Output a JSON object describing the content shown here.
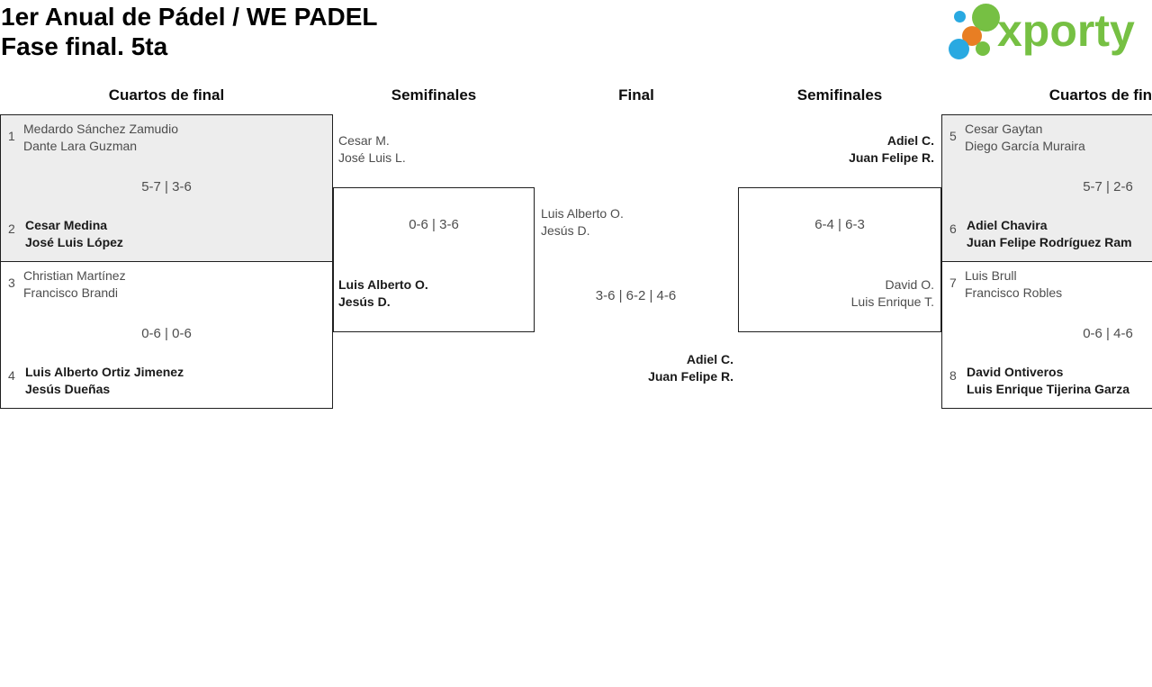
{
  "page": {
    "title_line1": "1er Anual de Pádel / WE PADEL",
    "title_line2": "Fase final. 5ta"
  },
  "logo": {
    "wordmark": "xporty",
    "colors": {
      "green": "#76c043",
      "blue": "#29a9e1",
      "orange": "#e87e23"
    }
  },
  "colors": {
    "box_shaded": "#ededed",
    "box_border": "#1f1f1f",
    "text_regular": "#4d4d4d",
    "text_winner": "#1a1a1a"
  },
  "round_headers": {
    "left_quarterfinals": "Cuartos de final",
    "left_semifinals": "Semifinales",
    "final": "Final",
    "right_semifinals": "Semifinales",
    "right_quarterfinals": "Cuartos de final"
  },
  "quarterfinals": [
    {
      "seed_top": "1",
      "top_line1": "Medardo Sánchez Zamudio",
      "top_line2": "Dante Lara Guzman",
      "score": "5-7 | 3-6",
      "seed_bottom": "2",
      "bottom_line1": "Cesar Medina",
      "bottom_line2": "José Luis López",
      "winner": "bottom"
    },
    {
      "seed_top": "3",
      "top_line1": "Christian Martínez",
      "top_line2": "Francisco Brandi",
      "score": "0-6 | 0-6",
      "seed_bottom": "4",
      "bottom_line1": "Luis Alberto Ortiz Jimenez",
      "bottom_line2": "Jesús Dueñas",
      "winner": "bottom"
    },
    {
      "seed_top": "5",
      "top_line1": "Cesar Gaytan",
      "top_line2": "Diego García Muraira",
      "score": "5-7 | 2-6",
      "seed_bottom": "6",
      "bottom_line1": "Adiel Chavira",
      "bottom_line2": "Juan Felipe Rodríguez Ram",
      "winner": "bottom"
    },
    {
      "seed_top": "7",
      "top_line1": "Luis Brull",
      "top_line2": "Francisco Robles",
      "score": "0-6 | 4-6",
      "seed_bottom": "8",
      "bottom_line1": "David Ontiveros",
      "bottom_line2": "Luis Enrique Tijerina Garza",
      "winner": "bottom"
    }
  ],
  "semifinals": [
    {
      "top_line1": "Cesar M.",
      "top_line2": "José Luis L.",
      "score": "0-6 | 3-6",
      "bottom_line1": "Luis Alberto O.",
      "bottom_line2": "Jesús D.",
      "winner": "bottom"
    },
    {
      "top_line1": "Adiel C.",
      "top_line2": "Juan Felipe R.",
      "score": "6-4 | 6-3",
      "bottom_line1": "David O.",
      "bottom_line2": "Luis Enrique T.",
      "winner": "top"
    }
  ],
  "final": {
    "left_line1": "Luis Alberto O.",
    "left_line2": "Jesús D.",
    "score": "3-6 | 6-2 | 4-6",
    "winner_line1": "Adiel C.",
    "winner_line2": "Juan Felipe R."
  }
}
